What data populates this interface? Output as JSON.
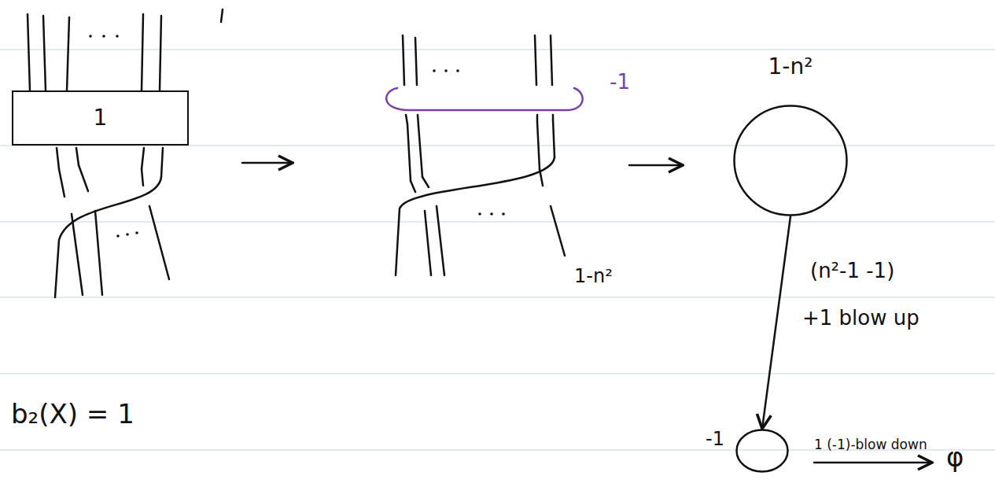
{
  "diagram": {
    "nodes": [
      {
        "text": [
          "1"
        ]
      },
      {
        "text": [
          "1-n²"
        ]
      },
      {
        "text": [
          "-1"
        ]
      }
    ],
    "edges": [
      {
        "from": 1,
        "to": 2,
        "arrow": "to"
      }
    ],
    "labels": [
      "-1",
      "1-n²",
      "(n²-1 -1)",
      "+1 blow up",
      "1 (-1)-blow down",
      "φ",
      "b₂(X) = 1"
    ]
  }
}
